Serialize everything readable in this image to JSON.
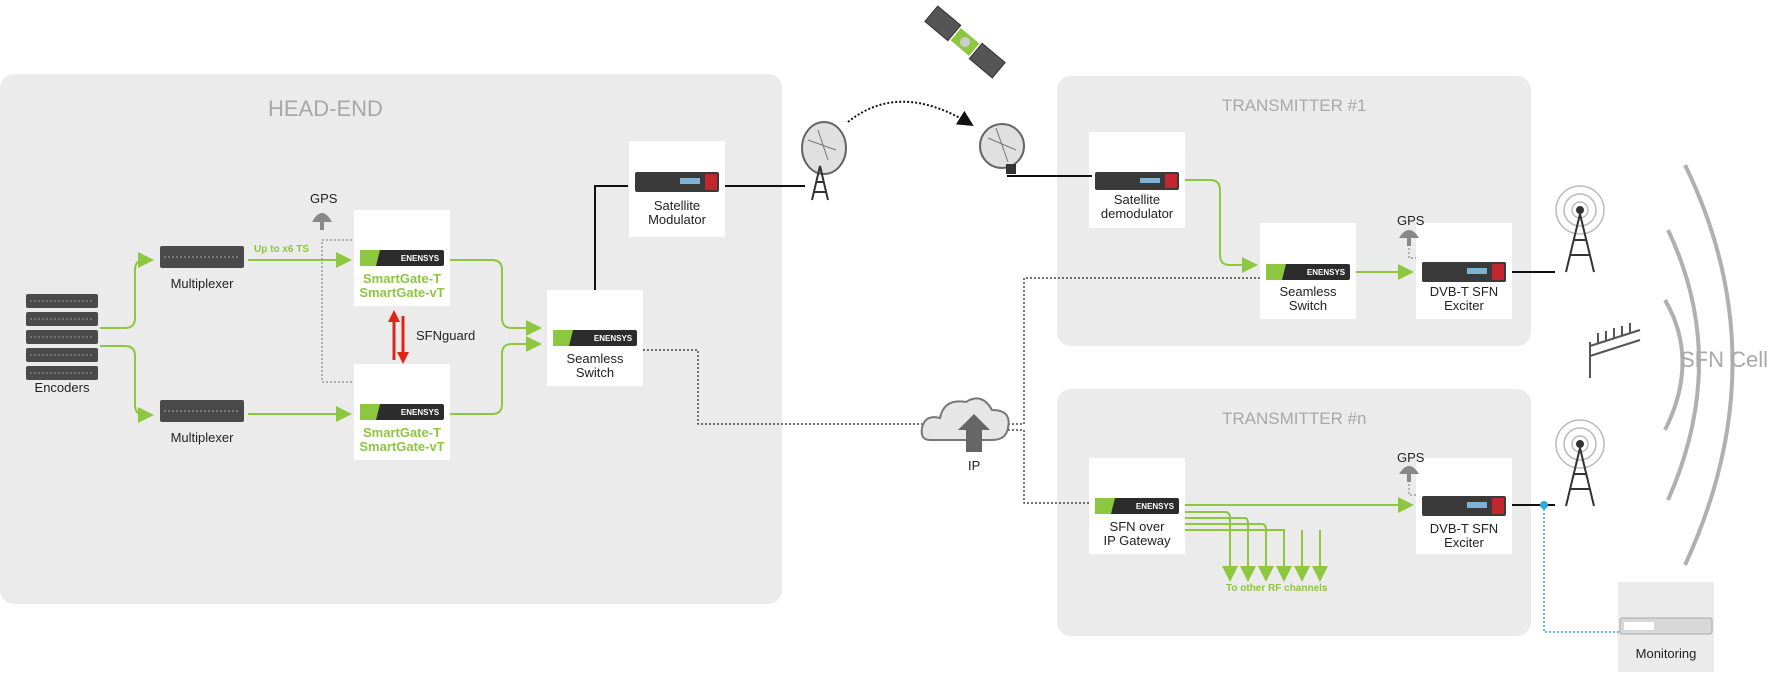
{
  "regions": {
    "headend": "HEAD-END",
    "tx1": "TRANSMITTER #1",
    "txn": "TRANSMITTER #n"
  },
  "devices": {
    "encoders": "Encoders",
    "mux1": "Multiplexer",
    "mux2": "Multiplexer",
    "sg1_line1": "SmartGate-T",
    "sg1_line2": "SmartGate-vT",
    "sg2_line1": "SmartGate-T",
    "sg2_line2": "SmartGate-vT",
    "seamless_line1": "Seamless",
    "seamless_line2": "Switch",
    "satmod_line1": "Satellite",
    "satmod_line2": "Modulator",
    "satdemod_line1": "Satellite",
    "satdemod_line2": "demodulator",
    "seamless2_line1": "Seamless",
    "seamless2_line2": "Switch",
    "exciter1_line1": "DVB-T SFN",
    "exciter1_line2": "Exciter",
    "gateway_line1": "SFN over",
    "gateway_line2": "IP Gateway",
    "exciter2_line1": "DVB-T SFN",
    "exciter2_line2": "Exciter",
    "monitoring": "Monitoring"
  },
  "labels": {
    "gps_headend": "GPS",
    "gps_tx1": "GPS",
    "gps_txn": "GPS",
    "up_to_ts": "Up to x6 TS",
    "sfnguard": "SFNguard",
    "ip": "IP",
    "rf_channels": "To other RF channels",
    "sfn_cell": "SFN Cell",
    "brand": "ENENSYS"
  },
  "colors": {
    "green": "#8dc63f",
    "red": "#e0251b",
    "region": "#ebebeb",
    "cyan": "#29abe2"
  }
}
